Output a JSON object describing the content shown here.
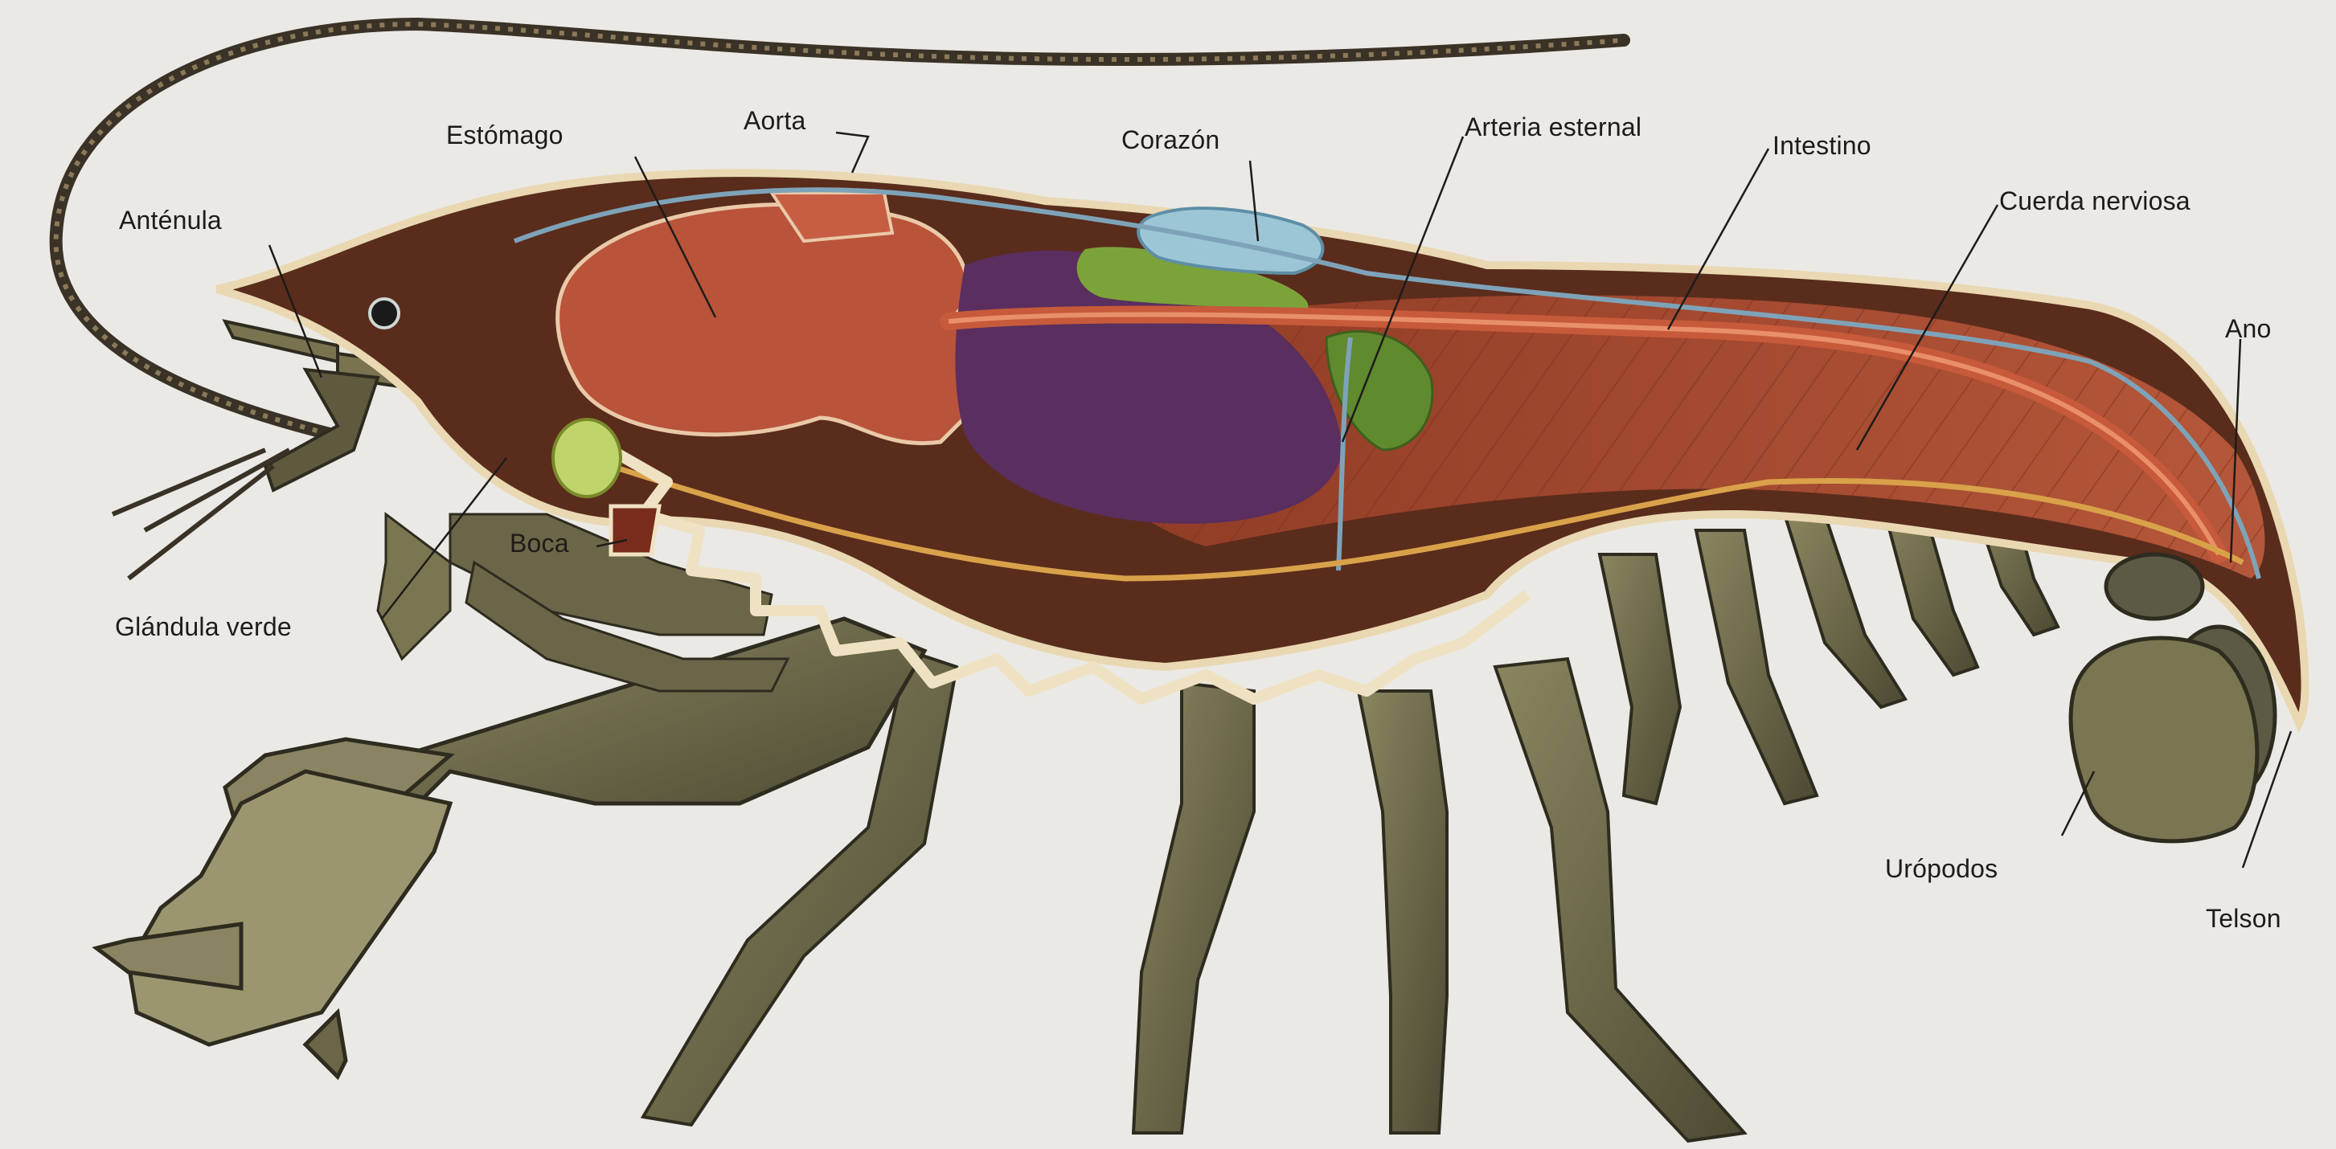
{
  "labels": {
    "antenula": "Anténula",
    "estomago": "Estómago",
    "aorta": "Aorta",
    "corazon": "Corazón",
    "arteria_esternal": "Arteria esternal",
    "intestino": "Intestino",
    "cuerda_nerviosa": "Cuerda nerviosa",
    "ano": "Ano",
    "boca": "Boca",
    "glandula_verde": "Glándula verde",
    "uropodos": "Urópodos",
    "telson": "Telson"
  },
  "colors": {
    "background": "#ebe9e5",
    "shell": "#5a2c1c",
    "muscle": "#a8492c",
    "stomach": "#b9533a",
    "gonad": "#5a2e5e",
    "heart": "#9cc6d6",
    "hepatopancreas": "#7ca33a",
    "legs": "#7a7652",
    "leader_line": "#1e1b19"
  }
}
